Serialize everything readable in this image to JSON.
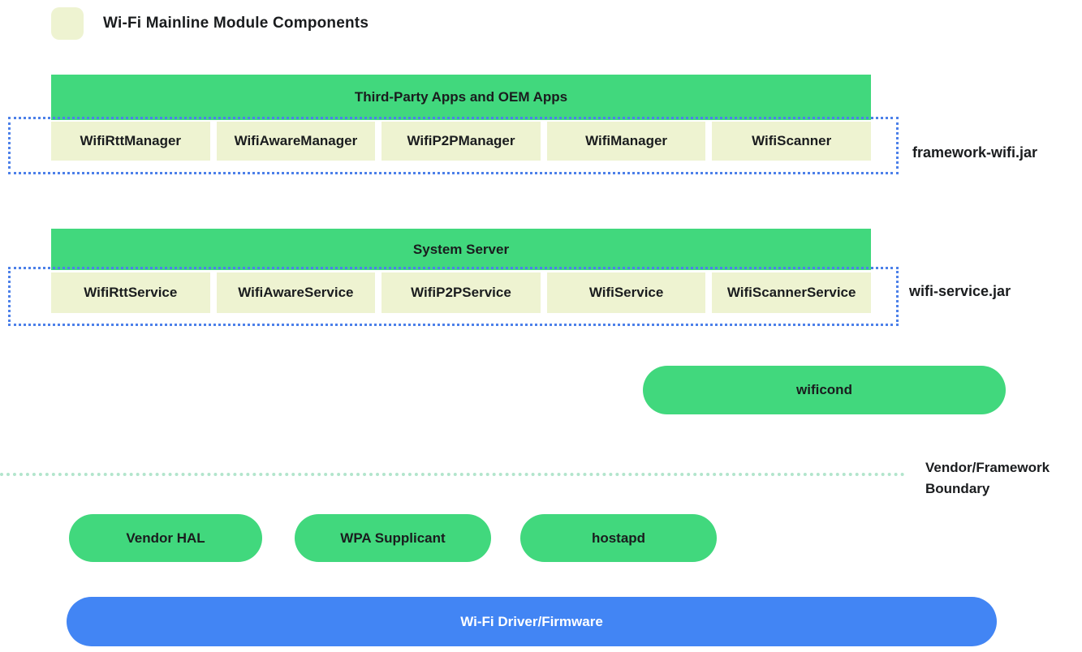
{
  "legend": {
    "title": "Wi-Fi Mainline Module Components"
  },
  "framework_group": {
    "header": "Third-Party Apps and OEM Apps",
    "boxes": [
      "WifiRttManager",
      "WifiAwareManager",
      "WifiP2PManager",
      "WifiManager",
      "WifiScanner"
    ],
    "jar_label": "framework-wifi.jar"
  },
  "system_group": {
    "header": "System Server",
    "boxes": [
      "WifiRttService",
      "WifiAwareService",
      "WifiP2PService",
      "WifiService",
      "WifiScannerService"
    ],
    "jar_label": "wifi-service.jar"
  },
  "wificond": {
    "label": "wificond"
  },
  "boundary": {
    "label": "Vendor/Framework Boundary"
  },
  "vendor_layer": {
    "pills": [
      "Vendor HAL",
      "WPA Supplicant",
      "hostapd"
    ]
  },
  "driver": {
    "label": "Wi-Fi Driver/Firmware"
  },
  "colors": {
    "module_green": "#41d87d",
    "module_pale_yellow": "#eef3d1",
    "driver_blue": "#4285f4",
    "dotted_border_blue": "#4c80e9",
    "boundary_dotted_green": "#b2e5cc",
    "text_black": "#1a1c1e",
    "driver_text_white": "#ffffff"
  }
}
